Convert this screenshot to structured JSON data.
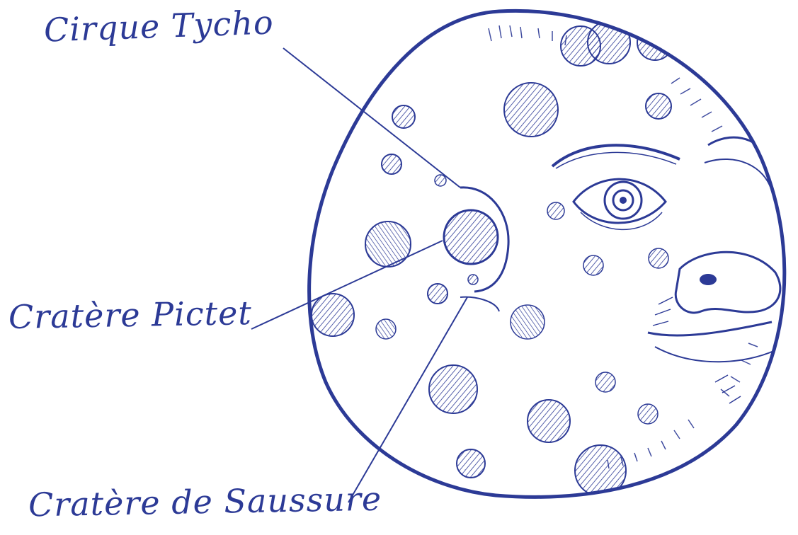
{
  "colors": {
    "ink": "#2c3a96",
    "paper": "#ffffff"
  },
  "labels": {
    "tycho": "Cirque Tycho",
    "pictet": "Cratère Pictet",
    "saussure": "Cratère de Saussure"
  }
}
